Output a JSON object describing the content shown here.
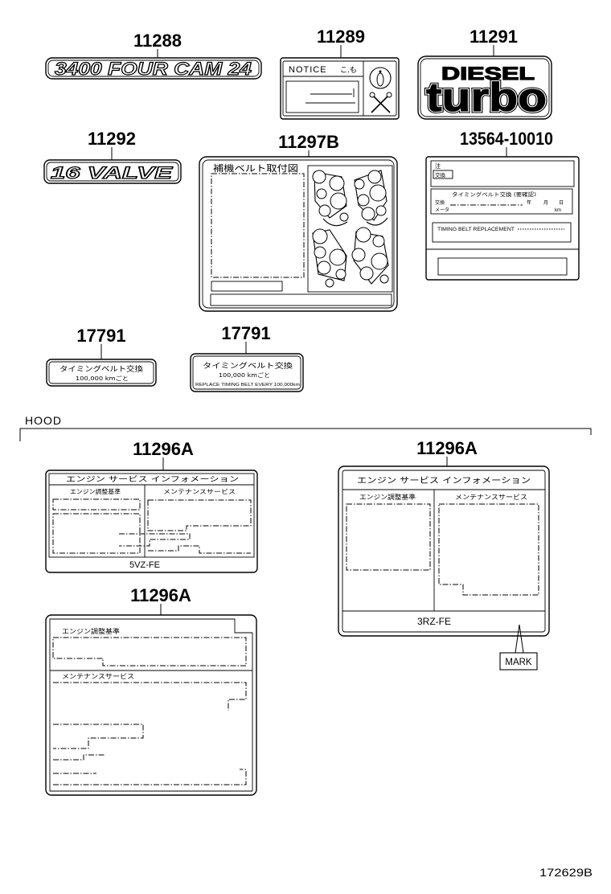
{
  "diagram": {
    "illustration_id": "172629B",
    "section_label": "HOOD",
    "colors": {
      "ink": "#000000",
      "paper": "#ffffff"
    }
  },
  "emblem_11288": {
    "part_number": "11288",
    "text": "3400 FOUR CAM 24"
  },
  "label_11289": {
    "part_number": "11289",
    "notice_en": "NOTICE",
    "notice_jp": "こ.も",
    "icons": [
      "info-icon",
      "tool-icon"
    ]
  },
  "emblem_11291": {
    "part_number": "11291",
    "line1": "DIESEL",
    "line2": "turbo"
  },
  "emblem_11292": {
    "part_number": "11292",
    "text": "16 VALVE"
  },
  "label_11297b": {
    "part_number": "11297B",
    "title": "補機ベルト取付図",
    "icons": [
      "belt-routing-diagram-icon"
    ]
  },
  "label_13564": {
    "part_number": "13564-10010",
    "tag_a": "注",
    "tag_b": "交換",
    "heading": "タイミングベルト交換 (要確認)",
    "date_label": "交換",
    "year": "年",
    "month": "月",
    "day": "日",
    "meter_label": "メータ",
    "unit_km": "km",
    "english": "TIMING BELT REPLACEMENT"
  },
  "label_17791_small": {
    "part_number": "17791",
    "line1": "タイミングベルト交換",
    "line2": "100,000  kmごと"
  },
  "label_17791_large": {
    "part_number": "17791",
    "line1": "タイミングベルト交換",
    "line2": "100,000  kmごと",
    "line3": "REPLACE TIMING BELT EVERY 100,000km"
  },
  "label_11296a_5vz": {
    "part_number": "11296A",
    "header": "エンジン  サービス  インフォメーション",
    "left_heading": "エンジン調整基準",
    "right_heading": "メンテナンスサービス",
    "engine": "5VZ-FE"
  },
  "label_11296a_3rz": {
    "part_number": "11296A",
    "header": "エンジン  サービス  インフォメーション",
    "left_heading": "エンジン調整基準",
    "right_heading": "メンテナンスサービス",
    "engine": "3RZ-FE",
    "mark_callout": "MARK"
  },
  "label_11296a_plain": {
    "part_number": "11296A",
    "top_heading": "エンジン調整基準",
    "bottom_heading": "メンテナンスサービス"
  }
}
